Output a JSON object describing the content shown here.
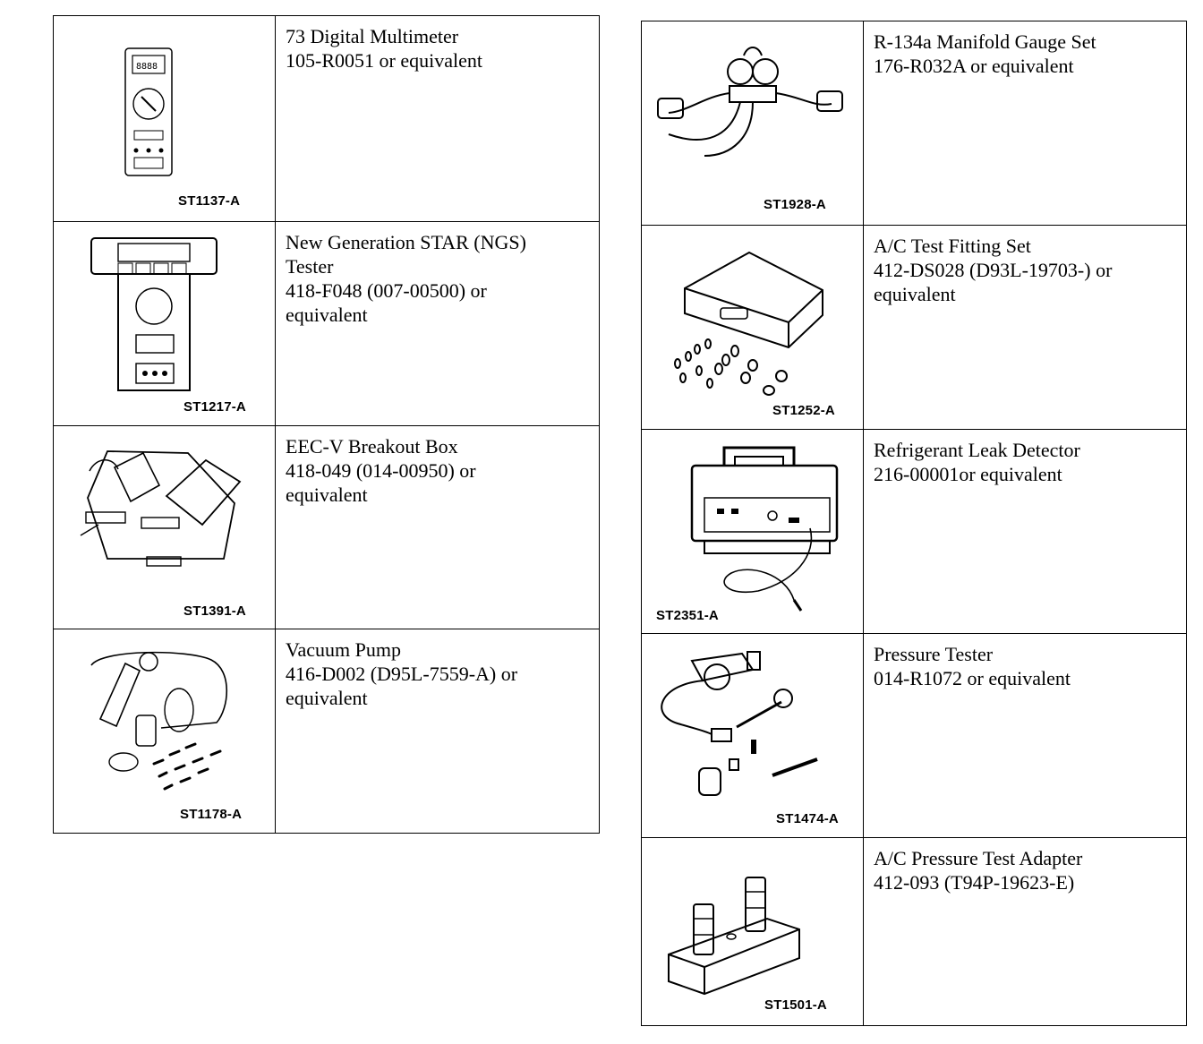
{
  "left_table": [
    {
      "code": "ST1137-A",
      "lines": [
        "73 Digital Multimeter",
        "105-R0051 or equivalent"
      ],
      "icon": "multimeter"
    },
    {
      "code": "ST1217-A",
      "lines": [
        "New Generation STAR (NGS)",
        "Tester",
        "418-F048 (007-00500) or",
        "equivalent"
      ],
      "icon": "ngs-tester"
    },
    {
      "code": "ST1391-A",
      "lines": [
        "EEC-V Breakout Box",
        "418-049 (014-00950) or",
        "equivalent"
      ],
      "icon": "breakout-box"
    },
    {
      "code": "ST1178-A",
      "lines": [
        "Vacuum Pump",
        "416-D002 (D95L-7559-A) or",
        "equivalent"
      ],
      "icon": "vacuum-pump"
    }
  ],
  "right_table": [
    {
      "code": "ST1928-A",
      "lines": [
        "R-134a Manifold Gauge Set",
        "176-R032A or equivalent"
      ],
      "icon": "manifold-gauge"
    },
    {
      "code": "ST1252-A",
      "lines": [
        "A/C Test Fitting Set",
        "412-DS028 (D93L-19703-) or",
        "equivalent"
      ],
      "icon": "fitting-set"
    },
    {
      "code": "ST2351-A",
      "lines": [
        "Refrigerant Leak Detector",
        "216-00001or equivalent"
      ],
      "icon": "leak-detector"
    },
    {
      "code": "ST1474-A",
      "lines": [
        "Pressure Tester",
        "014-R1072 or equivalent"
      ],
      "icon": "pressure-tester"
    },
    {
      "code": "ST1501-A",
      "lines": [
        "A/C Pressure Test Adapter",
        "412-093 (T94P-19623-E)"
      ],
      "icon": "pressure-adapter"
    }
  ]
}
